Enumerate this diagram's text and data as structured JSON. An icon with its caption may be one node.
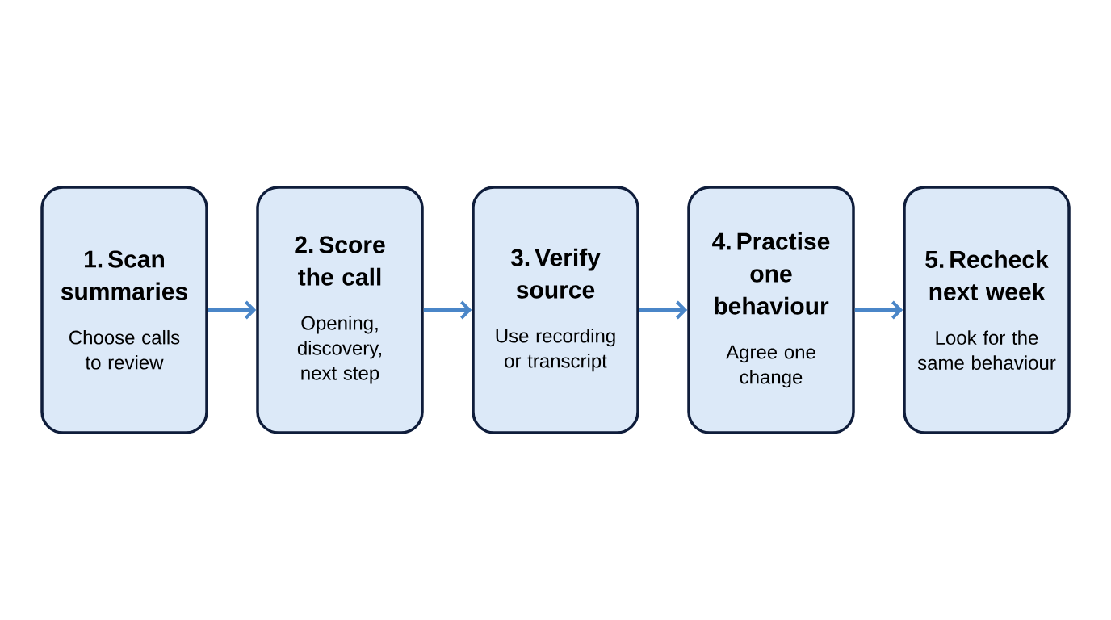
{
  "diagram": {
    "nodes": [
      {
        "text": [
          "1. Scan summaries",
          "Choose calls to review"
        ]
      },
      {
        "text": [
          "2. Score the call",
          "Opening, discovery, next step"
        ]
      },
      {
        "text": [
          "3. Verify source",
          "Use recording or transcript"
        ]
      },
      {
        "text": [
          "4. Practise one behaviour",
          "Agree one change"
        ]
      },
      {
        "text": [
          "5. Recheck next week",
          "Look for the same behaviour"
        ]
      }
    ],
    "edges": [
      {
        "from": 0,
        "to": 1,
        "arrow": "to"
      },
      {
        "from": 1,
        "to": 2,
        "arrow": "to"
      },
      {
        "from": 2,
        "to": 3,
        "arrow": "to"
      },
      {
        "from": 3,
        "to": 4,
        "arrow": "to"
      }
    ]
  }
}
